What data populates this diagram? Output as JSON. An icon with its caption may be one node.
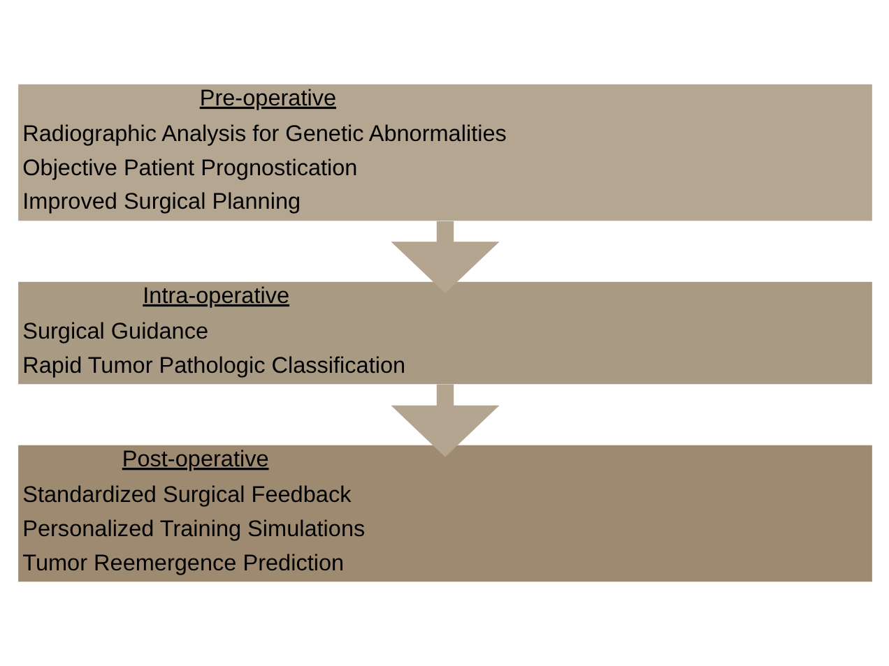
{
  "diagram": {
    "nodes": [
      {
        "text": [
          "Pre-operative",
          "Radiographic Analysis for Genetic Abnormalities",
          "Objective Patient Prognostication",
          "Improved Surgical Planning"
        ]
      },
      {
        "text": [
          "Intra-operative",
          "Surgical Guidance",
          "Rapid Tumor Pathologic Classification"
        ]
      },
      {
        "text": [
          "Post-operative",
          "Standardized Surgical Feedback",
          "Personalized Training Simulations",
          "Tumor Reemergence Prediction"
        ]
      }
    ],
    "edges": [
      {
        "from": 0,
        "to": 1,
        "arrow": "to"
      },
      {
        "from": 1,
        "to": 2,
        "arrow": "to"
      }
    ]
  }
}
